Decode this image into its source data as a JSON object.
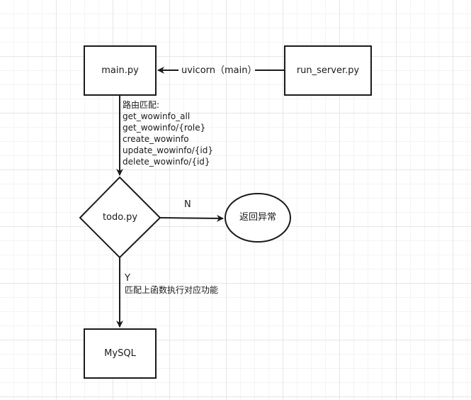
{
  "nodes": {
    "main": "main.py",
    "run_server": "run_server.py",
    "todo": "todo.py",
    "error": "返回异常",
    "mysql": "MySQL"
  },
  "edges": {
    "uvicorn": "uvicorn（main）",
    "route_title": "路由匹配:",
    "routes": [
      "get_wowinfo_all",
      "get_wowinfo/{role}",
      "create_wowinfo",
      "update_wowinfo/{id}",
      "delete_wowinfo/{id}"
    ],
    "no": "N",
    "yes": "Y",
    "yes_desc": "匹配上函数执行对应功能"
  }
}
